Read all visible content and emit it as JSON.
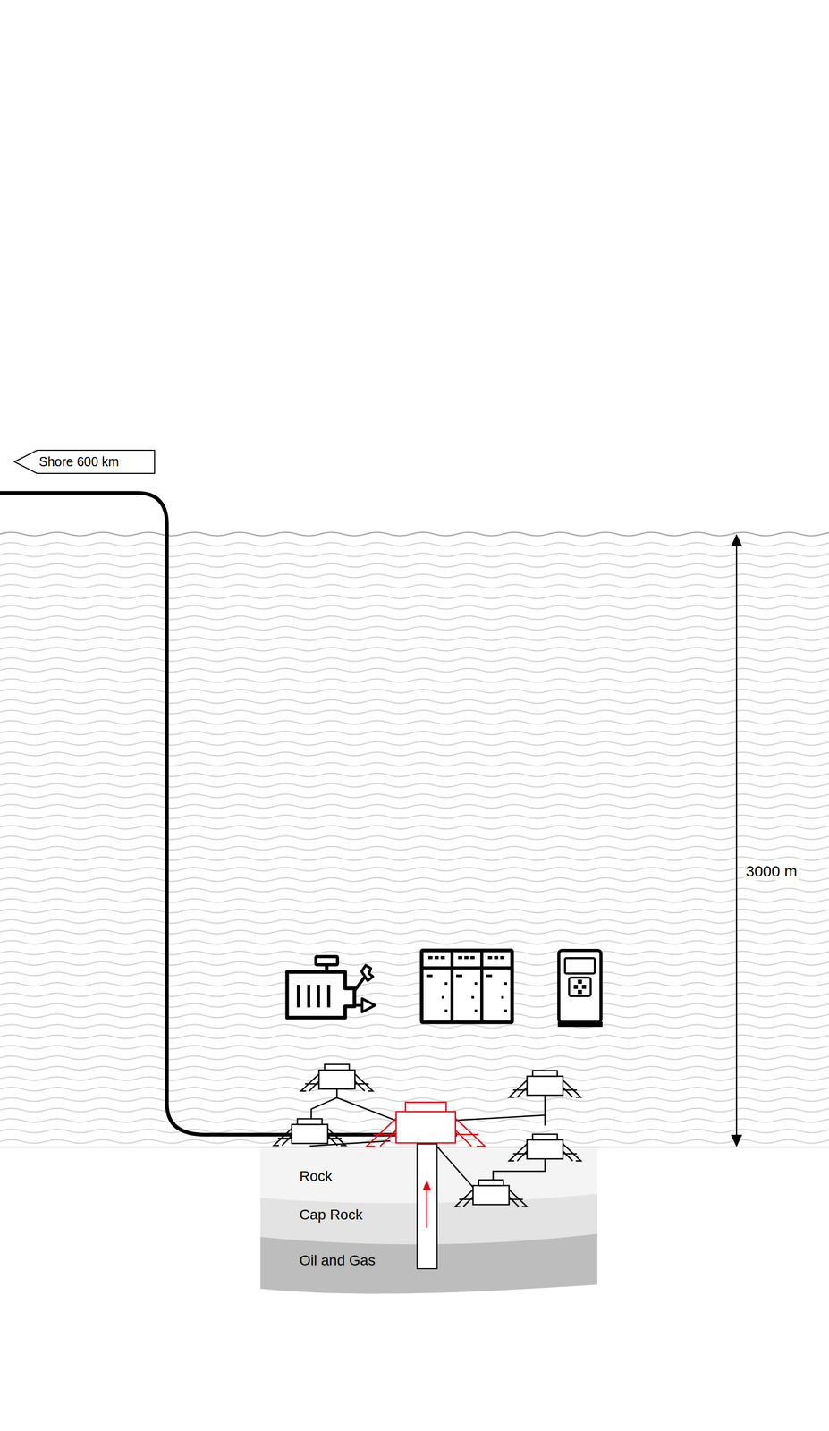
{
  "diagram": {
    "nodes": [
      {
        "text": [
          "Shore 600 km"
        ]
      },
      {
        "text": [
          "Rock"
        ]
      },
      {
        "text": [
          "Cap Rock"
        ]
      },
      {
        "text": [
          "Oil and Gas"
        ]
      }
    ],
    "labels": [
      "3000 m"
    ]
  }
}
